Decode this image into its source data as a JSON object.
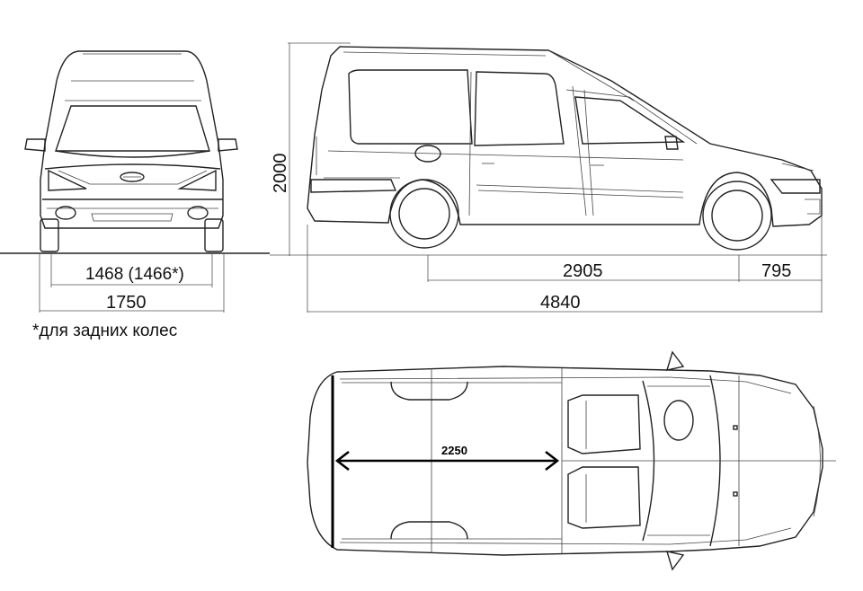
{
  "dimensions": {
    "front_track": "1468 (1466*)",
    "overall_width": "1750",
    "overall_height": "2000",
    "wheelbase": "2905",
    "front_overhang": "795",
    "overall_length": "4840",
    "cargo_length": "2250"
  },
  "footnote": "*для задних колес"
}
